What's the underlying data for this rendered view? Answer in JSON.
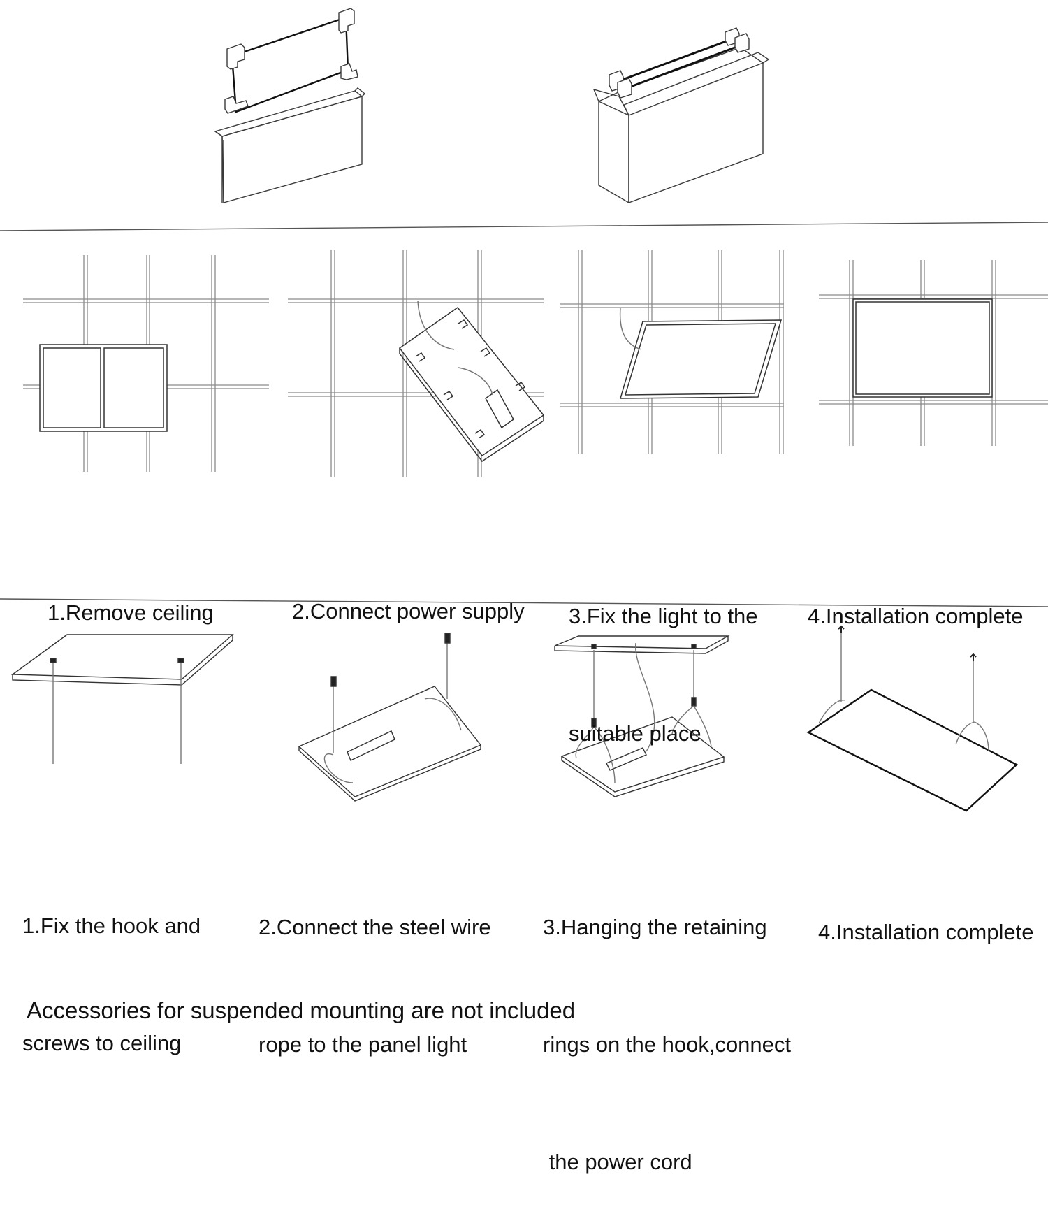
{
  "recessed_steps": [
    {
      "lines": [
        "1.Remove ceiling"
      ]
    },
    {
      "lines": [
        "2.Connect power supply"
      ]
    },
    {
      "lines": [
        "3.Fix the light to the",
        "suitable place"
      ]
    },
    {
      "lines": [
        "4.Installation complete"
      ]
    }
  ],
  "suspended_steps": [
    {
      "lines": [
        "1.Fix the hook and",
        "screws to ceiling"
      ]
    },
    {
      "lines": [
        "2.Connect the steel wire",
        "rope to the panel light"
      ]
    },
    {
      "lines": [
        "3.Hanging the retaining",
        "rings on the hook,connect",
        " the power cord"
      ]
    },
    {
      "lines": [
        "4.Installation complete"
      ]
    }
  ],
  "footer_note": "Accessories for suspended mounting are not included",
  "colors": {
    "line": "#2a2a2a",
    "grid": "#8a8a8a",
    "text": "#111111"
  }
}
